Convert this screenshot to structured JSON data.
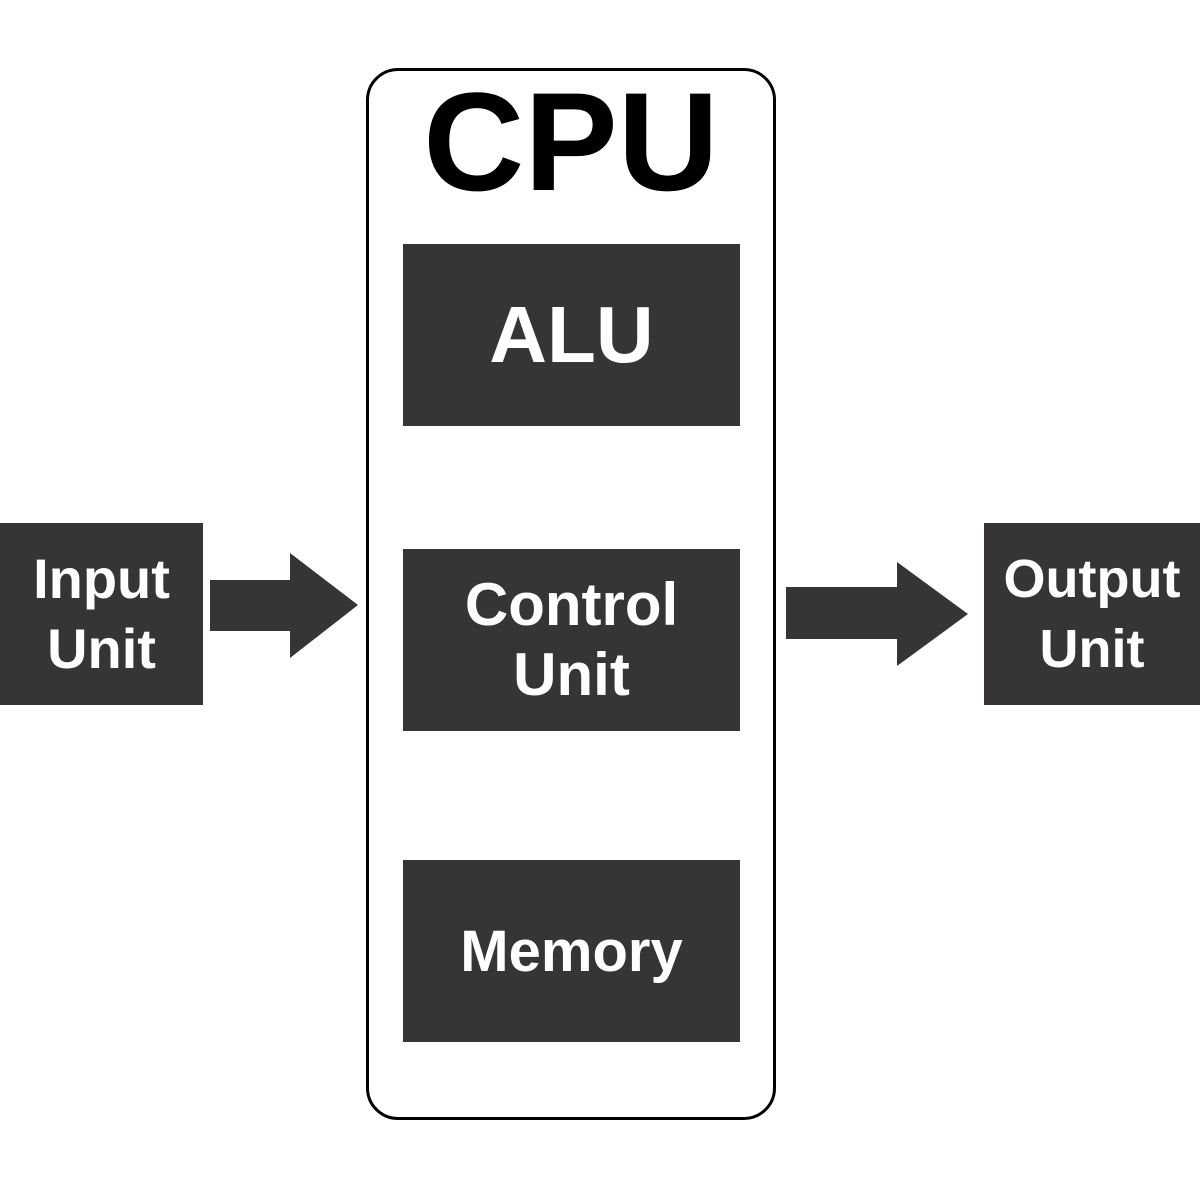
{
  "cpu": {
    "title": "CPU"
  },
  "components": {
    "alu": "ALU",
    "control_line1": "Control",
    "control_line2": "Unit",
    "memory": "Memory"
  },
  "input_unit": {
    "line1": "Input",
    "line2": "Unit"
  },
  "output_unit": {
    "line1": "Output",
    "line2": "Unit"
  },
  "colors": {
    "block": "#373435",
    "text": "#ffffff",
    "outline": "#000000"
  }
}
